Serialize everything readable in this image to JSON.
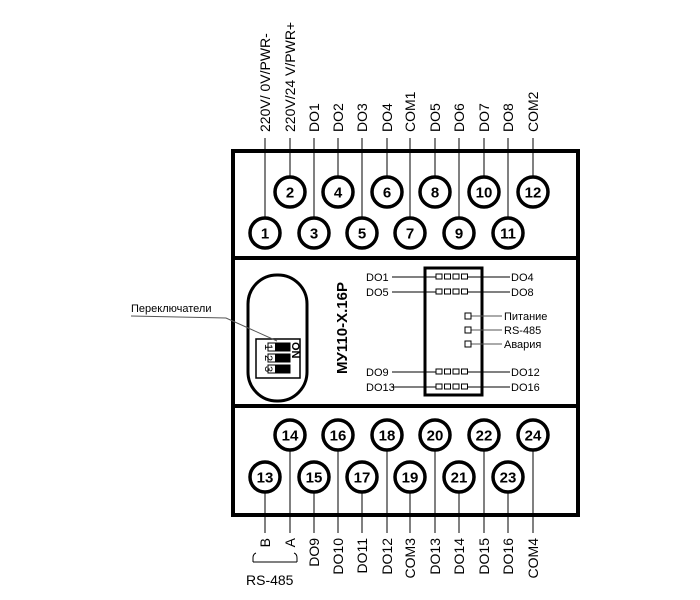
{
  "device": {
    "model": "МУ110-Х.16Р",
    "switches_label": "Переключатели",
    "switch_on_label": "ON",
    "switch_numbers": [
      "1",
      "2",
      "3"
    ]
  },
  "top_terminals": {
    "upper_row": [
      {
        "pin": "2",
        "label": "220V/24 V/PWR+"
      },
      {
        "pin": "4",
        "label": "DO2"
      },
      {
        "pin": "6",
        "label": "DO4"
      },
      {
        "pin": "8",
        "label": "DO5"
      },
      {
        "pin": "10",
        "label": "DO7"
      },
      {
        "pin": "12",
        "label": "COM2"
      }
    ],
    "lower_row": [
      {
        "pin": "1",
        "label": "220V/ 0V/PWR-"
      },
      {
        "pin": "3",
        "label": "DO1"
      },
      {
        "pin": "5",
        "label": "DO3"
      },
      {
        "pin": "7",
        "label": "COM1"
      },
      {
        "pin": "9",
        "label": "DO6"
      },
      {
        "pin": "11",
        "label": "DO8"
      }
    ]
  },
  "bottom_terminals": {
    "upper_row": [
      {
        "pin": "14",
        "label": "A"
      },
      {
        "pin": "16",
        "label": "DO10"
      },
      {
        "pin": "18",
        "label": "DO12"
      },
      {
        "pin": "20",
        "label": "DO13"
      },
      {
        "pin": "22",
        "label": "DO15"
      },
      {
        "pin": "24",
        "label": "COM4"
      }
    ],
    "lower_row": [
      {
        "pin": "13",
        "label": "B"
      },
      {
        "pin": "15",
        "label": "DO9"
      },
      {
        "pin": "17",
        "label": "DO11"
      },
      {
        "pin": "19",
        "label": "COM3"
      },
      {
        "pin": "21",
        "label": "DO14"
      },
      {
        "pin": "23",
        "label": "DO16"
      }
    ],
    "bus_label": "RS-485"
  },
  "indicators": {
    "rows": [
      {
        "left": "DO1",
        "right": "DO4"
      },
      {
        "left": "DO5",
        "right": "DO8"
      },
      {
        "left": "DO9",
        "right": "DO12"
      },
      {
        "left": "DO13",
        "right": "DO16"
      }
    ],
    "status": [
      "Питание",
      "RS-485",
      "Авария"
    ]
  }
}
